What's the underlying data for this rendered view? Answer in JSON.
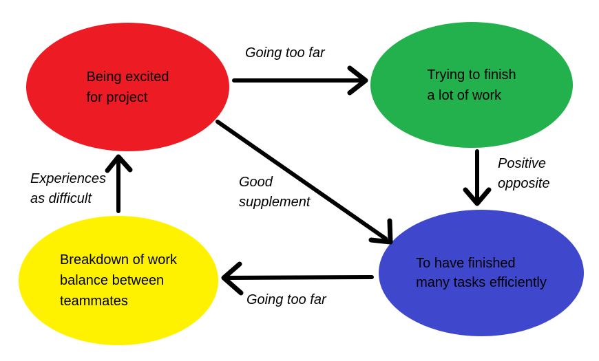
{
  "diagram": {
    "background_color": "#ffffff",
    "arrow_color": "#000000",
    "text_color": "#000000",
    "nodes": [
      {
        "id": "excited",
        "shape": "ellipse",
        "color": "#ed1c24",
        "lines": [
          "Being excited",
          "for project"
        ]
      },
      {
        "id": "trying",
        "shape": "ellipse",
        "color": "#22b14c",
        "lines": [
          "Trying to finish",
          "a lot of work"
        ]
      },
      {
        "id": "finished",
        "shape": "ellipse",
        "color": "#3f48cc",
        "lines": [
          "To have finished",
          "many tasks efficiently"
        ]
      },
      {
        "id": "breakdown",
        "shape": "ellipse",
        "color": "#fff200",
        "lines": [
          "Breakdown of work",
          "balance between",
          "teammates"
        ]
      }
    ],
    "edges": [
      {
        "from": "excited",
        "to": "trying",
        "direction": "right",
        "label_lines": [
          "Going too far"
        ]
      },
      {
        "from": "trying",
        "to": "finished",
        "direction": "down",
        "label_lines": [
          "Positive",
          "opposite"
        ]
      },
      {
        "from": "excited",
        "to": "finished",
        "direction": "diagonal-down-right",
        "label_lines": [
          "Good",
          "supplement"
        ]
      },
      {
        "from": "finished",
        "to": "breakdown",
        "direction": "left",
        "label_lines": [
          "Going too far"
        ]
      },
      {
        "from": "breakdown",
        "to": "excited",
        "direction": "up",
        "label_lines": [
          "Experiences",
          "as difficult"
        ]
      }
    ]
  }
}
